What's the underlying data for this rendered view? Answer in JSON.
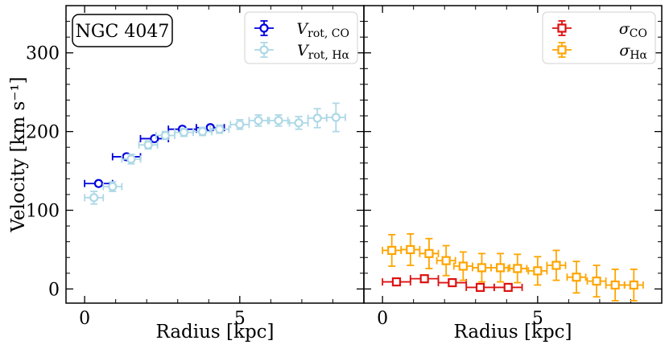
{
  "colors": {
    "vrot_co": "#0000dd",
    "vrot_ha": "#add8e6",
    "sigma_co": "#dd1111",
    "sigma_ha": "#ffa500",
    "axis": "#000000",
    "background": "#ffffff"
  },
  "chart_data": [
    {
      "type": "scatter",
      "panel": "left",
      "title": "",
      "annotation": "NGC 4047",
      "xlabel": "Radius [kpc]",
      "ylabel": "Velocity [km s⁻¹]",
      "xlim": [
        -0.6,
        9.0
      ],
      "ylim": [
        -18,
        360
      ],
      "xticks": [
        0,
        5
      ],
      "yticks": [
        0,
        100,
        200,
        300
      ],
      "xtick_labels": [
        "0",
        "5"
      ],
      "ytick_labels": [
        "0",
        "100",
        "200",
        "300"
      ],
      "grid": false,
      "legend_position": "top-right",
      "series": [
        {
          "name": "V",
          "name_sub": "rot, CO",
          "color_key": "vrot_co",
          "marker": "circle",
          "x": [
            0.45,
            1.35,
            2.25,
            3.15,
            4.05
          ],
          "y": [
            134,
            168,
            191,
            203,
            205
          ],
          "xerr": [
            0.45,
            0.45,
            0.45,
            0.45,
            0.45
          ],
          "yerr": [
            3,
            3,
            3,
            3,
            3
          ]
        },
        {
          "name": "V",
          "name_sub": "rot, Hα",
          "color_key": "vrot_ha",
          "marker": "circle",
          "x": [
            0.3,
            0.9,
            1.5,
            2.05,
            2.6,
            3.2,
            3.8,
            4.35,
            5.0,
            5.6,
            6.25,
            6.9,
            7.5,
            8.1
          ],
          "y": [
            116,
            130,
            165,
            183,
            195,
            199,
            200,
            203,
            209,
            214,
            214,
            211,
            217,
            218
          ],
          "xerr": [
            0.3,
            0.3,
            0.3,
            0.3,
            0.3,
            0.3,
            0.3,
            0.3,
            0.3,
            0.3,
            0.3,
            0.3,
            0.3,
            0.3
          ],
          "yerr": [
            8,
            6,
            6,
            5,
            5,
            5,
            5,
            5,
            6,
            7,
            7,
            8,
            12,
            18
          ]
        }
      ]
    },
    {
      "type": "scatter",
      "panel": "right",
      "title": "",
      "xlabel": "Radius [kpc]",
      "ylabel": "",
      "xlim": [
        -0.6,
        9.0
      ],
      "ylim": [
        -18,
        360
      ],
      "xticks": [
        0,
        5
      ],
      "yticks": [
        0,
        100,
        200,
        300
      ],
      "xtick_labels": [
        "0",
        "5"
      ],
      "grid": false,
      "legend_position": "top-right",
      "series": [
        {
          "name": "σ",
          "name_sub": "CO",
          "color_key": "sigma_co",
          "marker": "square",
          "x": [
            0.45,
            1.35,
            2.25,
            3.15,
            4.05
          ],
          "y": [
            9,
            13,
            8,
            2,
            2
          ],
          "xerr": [
            0.45,
            0.45,
            0.45,
            0.45,
            0.45
          ],
          "yerr": [
            3,
            3,
            3,
            3,
            3
          ]
        },
        {
          "name": "σ",
          "name_sub": "Hα",
          "color_key": "sigma_ha",
          "marker": "square",
          "x": [
            0.3,
            0.9,
            1.5,
            2.05,
            2.6,
            3.2,
            3.8,
            4.35,
            5.0,
            5.6,
            6.25,
            6.9,
            7.5,
            8.1
          ],
          "y": [
            49,
            50,
            45,
            36,
            29,
            27,
            27,
            26,
            23,
            30,
            15,
            10,
            5,
            5
          ],
          "xerr": [
            0.3,
            0.3,
            0.3,
            0.3,
            0.3,
            0.3,
            0.3,
            0.3,
            0.3,
            0.3,
            0.3,
            0.3,
            0.3,
            0.3
          ],
          "yerr": [
            20,
            20,
            19,
            19,
            18,
            18,
            18,
            18,
            18,
            19,
            20,
            20,
            20,
            20
          ]
        }
      ]
    }
  ]
}
